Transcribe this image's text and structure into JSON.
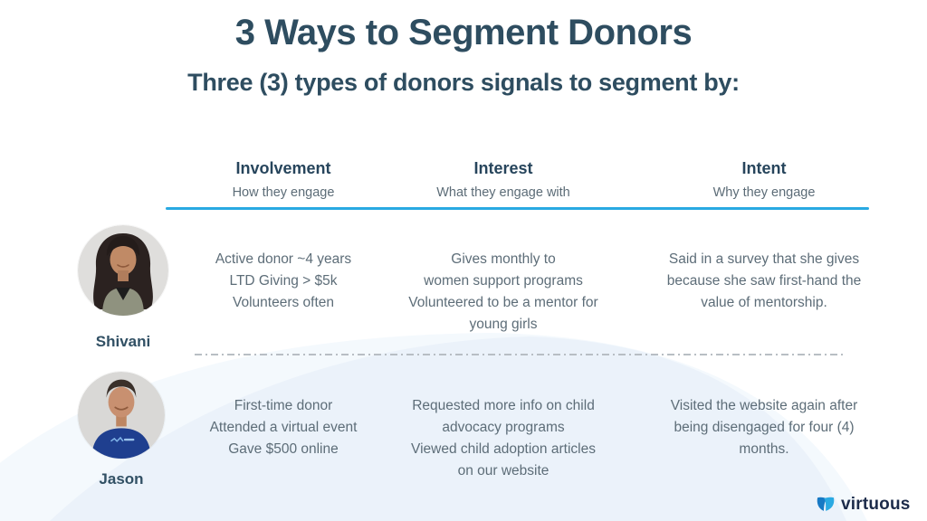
{
  "slide": {
    "title": "3 Ways to Segment Donors",
    "subtitle": "Three (3) types of donors signals to segment by:"
  },
  "table": {
    "columns": [
      {
        "label": "Involvement",
        "sublabel": "How they engage"
      },
      {
        "label": "Interest",
        "sublabel": "What they engage with"
      },
      {
        "label": "Intent",
        "sublabel": "Why they engage"
      }
    ],
    "rows": [
      {
        "name": "Shivani",
        "involvement": "Active donor ~4 years\nLTD Giving > $5k\nVolunteers often",
        "interest": "Gives monthly to\nwomen support programs\nVolunteered to be a mentor for\nyoung girls",
        "intent": "Said in a survey that she gives\nbecause she saw first-hand the\nvalue of mentorship."
      },
      {
        "name": "Jason",
        "involvement": "First-time donor\nAttended a virtual event\nGave $500 online",
        "interest": "Requested more info on child\nadvocacy programs\nViewed child adoption articles\non our website",
        "intent": "Visited the website again after\nbeing disengaged for four (4)\nmonths."
      }
    ]
  },
  "branding": {
    "logo_text": "virtuous",
    "logo_icon": "virtuous-wings-icon"
  },
  "colors": {
    "heading": "#2e4d60",
    "body_text": "#5d6d78",
    "accent_blue": "#29a9e2",
    "dome_fill": "#ecf3fa",
    "logo_navy": "#1c2b4a",
    "logo_blue_dark": "#1779c4",
    "logo_blue_light": "#2aa9e2"
  }
}
